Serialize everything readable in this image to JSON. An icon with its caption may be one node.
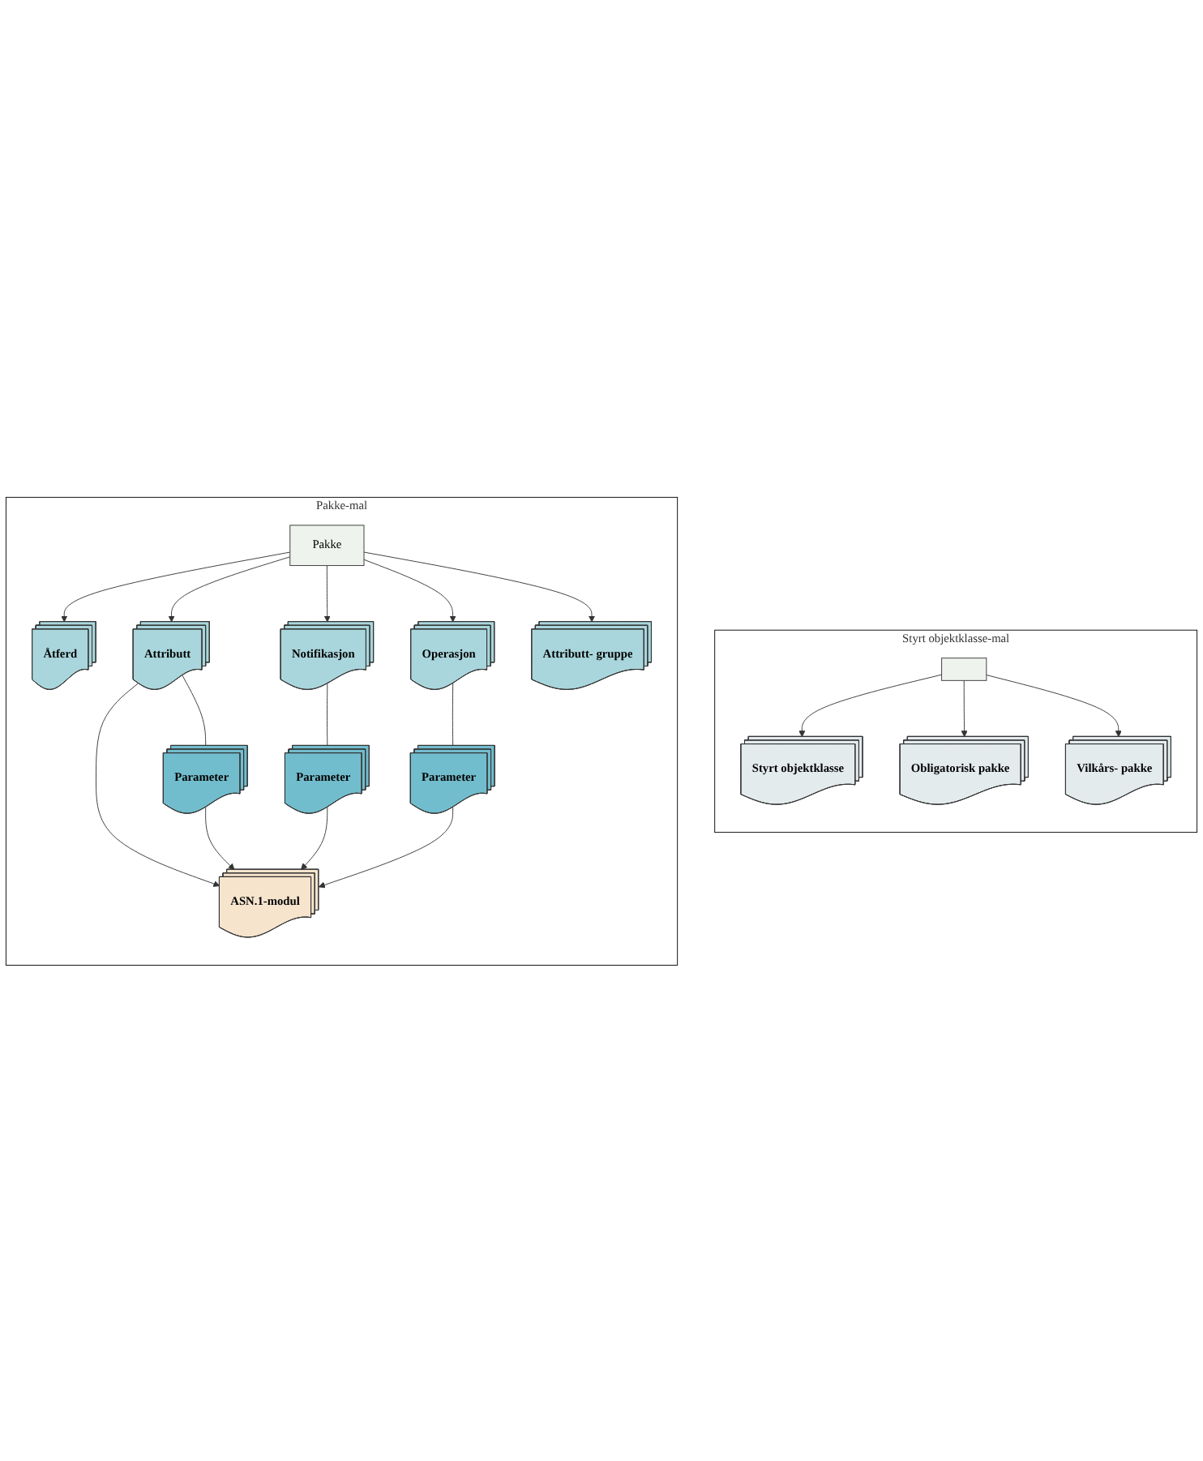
{
  "diagram": {
    "nodes": [
      {
        "text": [
          "Styrt objektklasse-mal"
        ]
      },
      {
        "text": [],
        "shape": "box",
        "in": 0
      },
      {
        "text": [
          "Styrt objektklasse"
        ],
        "in": 0
      },
      {
        "text": [
          "Obligatorisk pakke"
        ],
        "in": 0
      },
      {
        "text": [
          "Vilkårs- pakke"
        ],
        "in": 0
      },
      {
        "text": [
          "Pakke-mal"
        ]
      },
      {
        "text": [
          "Pakke"
        ],
        "in": 5
      },
      {
        "text": [
          "Åtferd"
        ],
        "in": 5
      },
      {
        "text": [
          "Attributt"
        ],
        "in": 5
      },
      {
        "text": [
          "Parameter"
        ],
        "in": 5
      },
      {
        "text": [
          "Notifikasjon"
        ],
        "in": 5
      },
      {
        "text": [
          "Operasjon"
        ],
        "in": 5
      },
      {
        "text": [
          "Attributt- gruppe"
        ],
        "in": 5
      },
      {
        "text": [
          "Parameter"
        ],
        "in": 5
      },
      {
        "text": [
          "Parameter"
        ],
        "in": 5
      },
      {
        "text": [
          "ASN.1-modul"
        ],
        "in": 5
      }
    ],
    "edges": [
      {
        "from": 1,
        "to": 2,
        "arrow": "to"
      },
      {
        "from": 1,
        "to": 3,
        "arrow": "to"
      },
      {
        "from": 1,
        "to": 4,
        "arrow": "to"
      },
      {
        "from": 6,
        "to": 7,
        "arrow": "to"
      },
      {
        "from": 6,
        "to": 8,
        "arrow": "to"
      },
      {
        "from": 6,
        "to": 10,
        "arrow": "to"
      },
      {
        "from": 6,
        "to": 11,
        "arrow": "to"
      },
      {
        "from": 6,
        "to": 12,
        "arrow": "to"
      },
      {
        "from": 8,
        "to": 9,
        "arrow": "none"
      },
      {
        "from": 10,
        "to": 13,
        "arrow": "none"
      },
      {
        "from": 11,
        "to": 14,
        "arrow": "none"
      },
      {
        "from": 8,
        "to": 15,
        "arrow": "to"
      },
      {
        "from": 9,
        "to": 15,
        "arrow": "to"
      },
      {
        "from": 13,
        "to": 15,
        "arrow": "to"
      },
      {
        "from": 14,
        "to": 15,
        "arrow": "to"
      }
    ]
  }
}
